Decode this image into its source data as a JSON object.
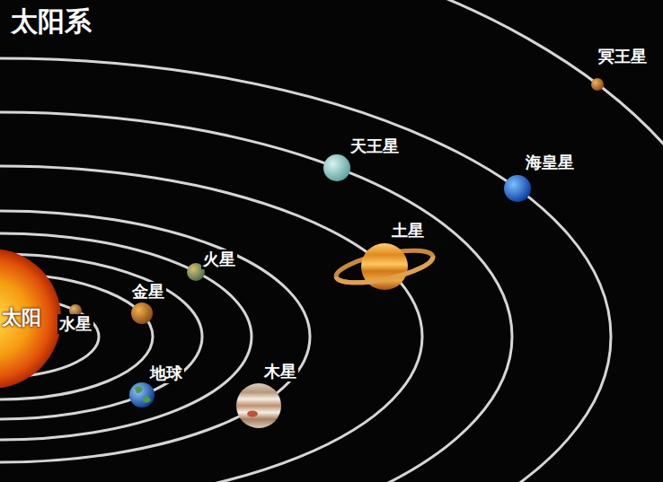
{
  "diagram": {
    "title": "太阳系",
    "nodes": [
      {
        "text": [
          "太阳"
        ]
      }
    ],
    "labels": [
      "水星",
      "金星",
      "地球",
      "火星",
      "木星",
      "土星",
      "天王星",
      "海皇星",
      "冥王星"
    ]
  }
}
